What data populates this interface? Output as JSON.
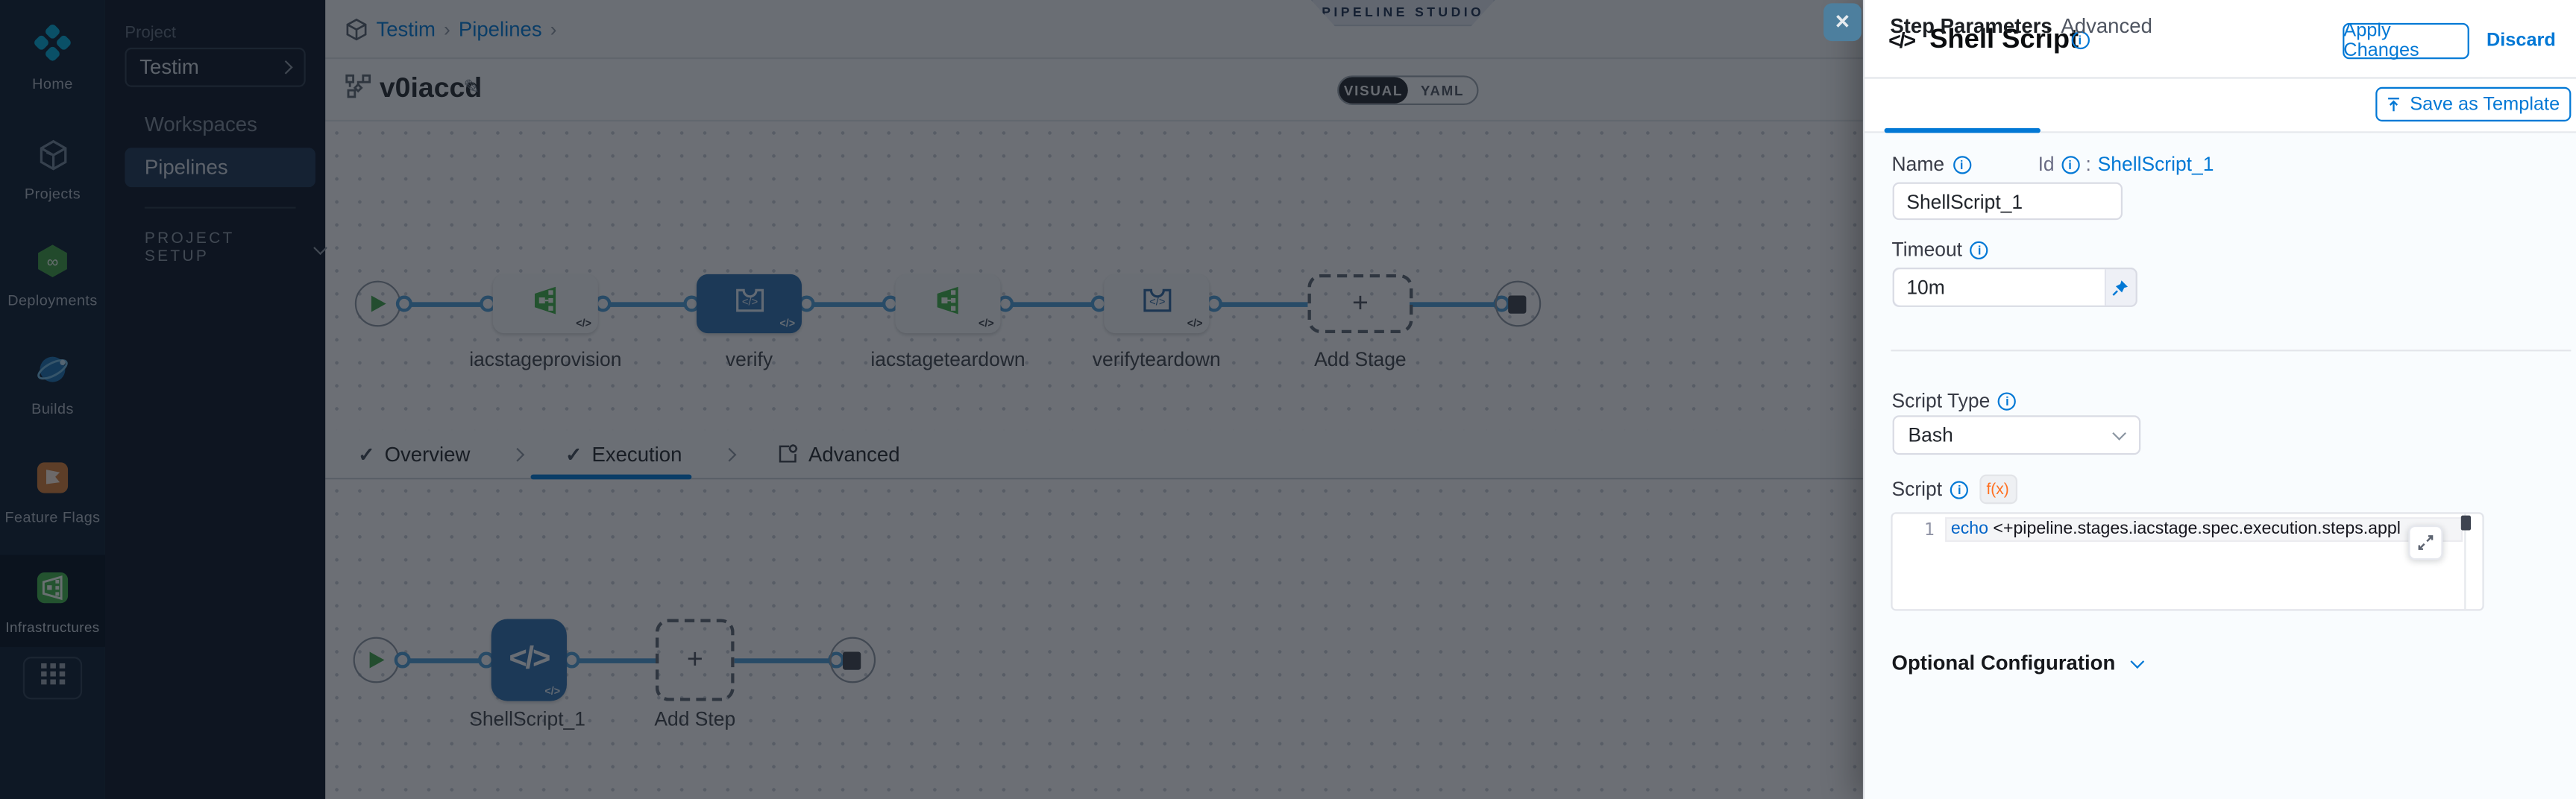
{
  "colors": {
    "accent": "#0278d5",
    "selected_node": "#2f6fad",
    "stage_green": "#3fae49",
    "rail_bg": "#0a1c30",
    "overlay": "rgba(16,21,30,0.60)",
    "close_button": "#4d7f9e",
    "fx_orange": "#ff7020"
  },
  "rail": {
    "items": [
      {
        "label": "Home"
      },
      {
        "label": "Projects"
      },
      {
        "label": "Deployments"
      },
      {
        "label": "Builds"
      },
      {
        "label": "Feature Flags"
      },
      {
        "label": "Infrastructures"
      }
    ]
  },
  "sidebar": {
    "section_label": "Project",
    "project_name": "Testim",
    "workspaces": "Workspaces",
    "pipelines": "Pipelines",
    "setup_label": "PROJECT SETUP"
  },
  "header": {
    "breadcrumb_project": "Testim",
    "breadcrumb_pipelines": "Pipelines",
    "studio_badge": "PIPELINE STUDIO",
    "pipeline_name": "v0iaccd",
    "visual": "VISUAL",
    "yaml": "YAML"
  },
  "stage_graph": {
    "stages": [
      {
        "name": "iacstageprovision"
      },
      {
        "name": "verify"
      },
      {
        "name": "iacstageteardown"
      },
      {
        "name": "verifyteardown"
      }
    ],
    "add_stage": "Add Stage"
  },
  "pipeline_tabs": {
    "overview": "Overview",
    "execution": "Execution",
    "advanced": "Advanced"
  },
  "execution_graph": {
    "step_name": "ShellScript_1",
    "add_step": "Add Step"
  },
  "drawer": {
    "title": "Shell Script",
    "apply": "Apply Changes",
    "discard": "Discard",
    "tab_step_parameters": "Step Parameters",
    "tab_advanced": "Advanced",
    "save_as_template": "Save as Template",
    "name_label": "Name",
    "name_value": "ShellScript_1",
    "id_label": "Id",
    "id_separator": ":",
    "id_value": "ShellScript_1",
    "timeout_label": "Timeout",
    "timeout_value": "10m",
    "script_type_label": "Script Type",
    "script_type_value": "Bash",
    "script_label": "Script",
    "fx_badge": "f(x)",
    "code": {
      "line_number": "1",
      "keyword": "echo",
      "rest": " <+pipeline.stages.iacstage.spec.execution.steps.appl"
    },
    "optional_configuration": "Optional Configuration"
  }
}
